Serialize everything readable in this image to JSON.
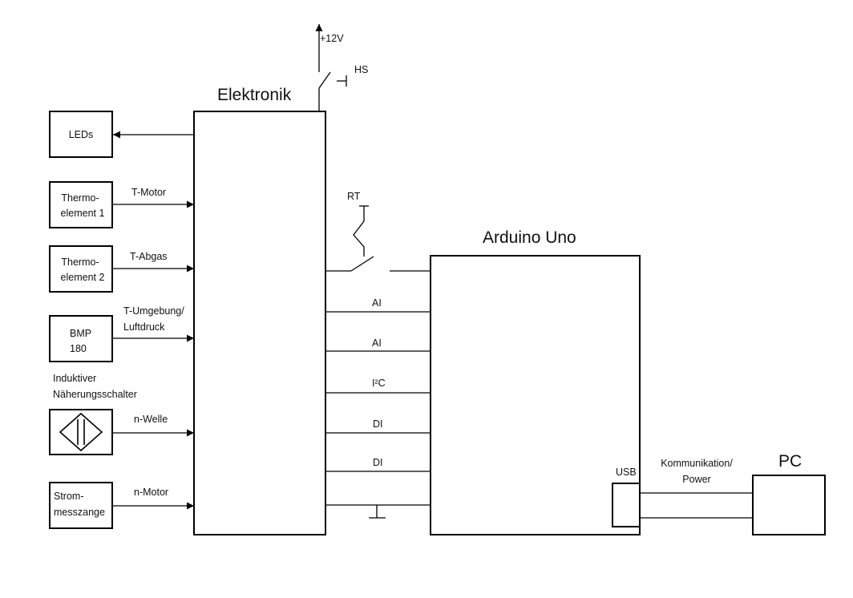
{
  "blocks": {
    "elektronik": "Elektronik",
    "arduino": "Arduino Uno",
    "pc": "PC",
    "usb": "USB"
  },
  "power": {
    "supply": "+12V",
    "main_switch": "HS",
    "reset_switch": "RT"
  },
  "inputs": {
    "leds": "LEDs",
    "thermo1_line1": "Thermo-",
    "thermo1_line2": "element 1",
    "thermo2_line1": "Thermo-",
    "thermo2_line2": "element 2",
    "bmp_line1": "BMP",
    "bmp_line2": "180",
    "inductive_line1": "Induktiver",
    "inductive_line2": "Näherungsschalter",
    "clamp_line1": "Strom-",
    "clamp_line2": "messzange"
  },
  "signals": {
    "t_motor": "T-Motor",
    "t_abgas": "T-Abgas",
    "t_umgebung_line1": "T-Umgebung/",
    "t_umgebung_line2": "Luftdruck",
    "n_welle": "n-Welle",
    "n_motor": "n-Motor"
  },
  "bus": {
    "ai1": "AI",
    "ai2": "AI",
    "i2c": "I²C",
    "di1": "DI",
    "di2": "DI"
  },
  "pc_link": {
    "line1": "Kommunikation/",
    "line2": "Power"
  }
}
